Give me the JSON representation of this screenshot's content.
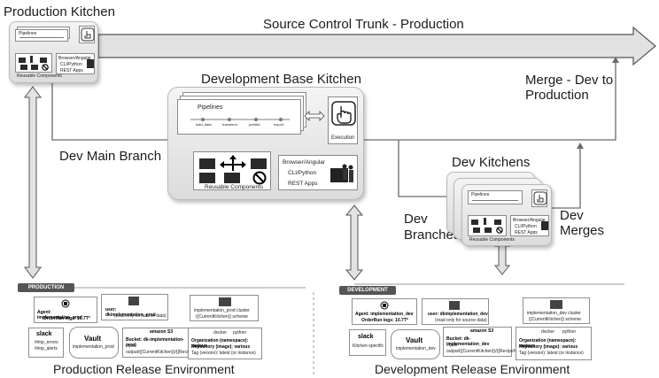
{
  "labels": {
    "production_kitchen": "Production Kitchen",
    "source_control_trunk": "Source Control Trunk - Production",
    "development_base_kitchen": "Development Base Kitchen",
    "merge_dev_to_production_1": "Merge - Dev to",
    "merge_dev_to_production_2": "Production",
    "dev_main_branch": "Dev Main Branch",
    "dev_kitchens": "Dev Kitchens",
    "dev_branches_1": "Dev",
    "dev_branches_2": "Branches",
    "dev_merges_1": "Dev",
    "dev_merges_2": "Merges",
    "production_release_environment": "Production Release Environment",
    "development_release_environment": "Development Release Environment"
  },
  "base_kitchen": {
    "pipelines": "Pipelines",
    "execution": "Execution",
    "reusable_components": "Reusable Components",
    "apps": [
      "Browser/Angular",
      "CLI/Python",
      "REST Apps"
    ],
    "pipeline_nodes": [
      "load_data",
      "transform",
      "publish",
      "export"
    ]
  },
  "prod_kitchen_mini": {
    "pipelines": "Pipelines",
    "reusable_components": "Reusable Components",
    "apps": [
      "Browser/Angular",
      "CLI/Python",
      "REST Apps"
    ]
  },
  "dev_kitchen_mini": {
    "pipelines": "Pipelines",
    "reusable_components": "Reusable Components",
    "apps": [
      "Browser/Angular",
      "CLI/Python",
      "REST Apps"
    ]
  },
  "production_env": {
    "tag": "PRODUCTION",
    "agent_line1": "Agent: implementation_prod",
    "agent_line2": "OrderRun logs: 10.7T*",
    "s3_line1": "user: dkimplementation_prod",
    "s3_line2": "(read only for source data)",
    "cluster_line1": "implementation_prod cluster",
    "cluster_line2": "{{CurrentKitchen}} scheme",
    "slack_name": "slack",
    "slack_line1": "#imp_errors",
    "slack_line2": "#imp_alerts",
    "vault_name": "Vault",
    "vault_line": "implementation_prod",
    "bucket_name": "amazon S3",
    "bucket_line1": "Bucket: dk-implementation-prod",
    "bucket_line2": "Input/",
    "bucket_line3": "output/{{CurrentKitchen}}/{{RecipeName}}",
    "docker_line1": "Organization (namespace): various",
    "docker_line2": "Repository (image): various",
    "docker_line3": "Tag (version): latest (or instance)",
    "docker_label": "docker",
    "python_label": "python"
  },
  "development_env": {
    "tag": "DEVELOPMENT",
    "agent_line1": "Agent: implementation_dev",
    "agent_line2": "OrderRun logs: 10.7T*",
    "s3_line1": "user: dkimplementation_dev",
    "s3_line2": "(read only for source data)",
    "cluster_line1": "implementation_dev cluster",
    "cluster_line2": "{{CurrentKitchen}} scheme",
    "slack_name": "slack",
    "slack_line1": "Kitchen-specific",
    "vault_name": "Vault",
    "vault_line": "implementation_dev",
    "bucket_name": "amazon S3",
    "bucket_line1": "Bucket: dk-implementation_dev",
    "bucket_line2": "Input/",
    "bucket_line3": "output/{{CurrentKitchen}}/{{RecipeName}}",
    "docker_line1": "Organization (namespace): various",
    "docker_line2": "Repository (image): various",
    "docker_line3": "Tag (version): latest (or instance)",
    "docker_label": "docker",
    "python_label": "python"
  },
  "colors": {
    "arrow_fill": "#e2e2e2",
    "arrow_stroke": "#555555",
    "line": "#6b6b6b",
    "box_dark": "#2a2a2a",
    "tag_bg": "#555555"
  }
}
